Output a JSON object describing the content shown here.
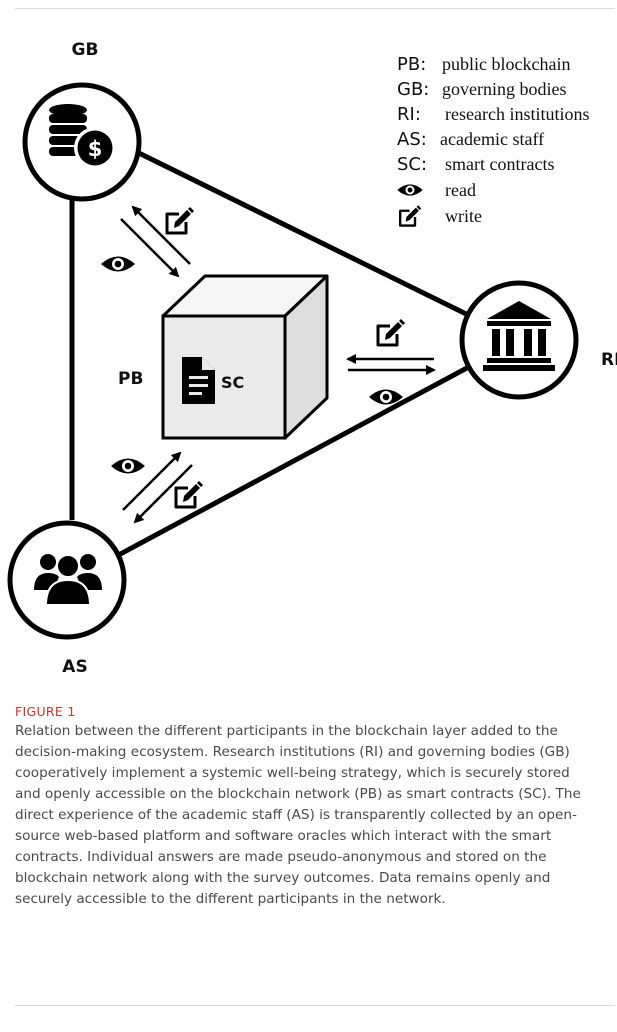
{
  "nodes": {
    "gb": "GB",
    "ri": "RI",
    "as": "AS",
    "pb": "PB",
    "sc": "SC"
  },
  "legend": [
    {
      "abbr": "PB:",
      "text": "public blockchain"
    },
    {
      "abbr": "GB:",
      "text": "governing bodies"
    },
    {
      "abbr": "RI:",
      "text": "research institutions"
    },
    {
      "abbr": "AS:",
      "text": "academic staff"
    },
    {
      "abbr": "SC:",
      "text": "smart contracts"
    }
  ],
  "legend_icons": [
    {
      "icon": "eye-icon",
      "text": "read"
    },
    {
      "icon": "edit-icon",
      "text": "write"
    }
  ],
  "caption": {
    "label": "FIGURE 1",
    "text": "Relation between the different participants in the blockchain layer added to the decision-making ecosystem. Research institutions (RI) and governing bodies (GB) cooperatively implement a systemic well-being strategy, which is securely stored and openly accessible on the blockchain network (PB) as smart contracts (SC). The direct experience of the academic staff (AS) is transparently collected by an open-source web-based platform and software oracles which interact with the smart contracts. Individual answers are made pseudo-anonymous and stored on the blockchain network along with the survey outcomes. Data remains openly and securely accessible to the different participants in the network."
  }
}
